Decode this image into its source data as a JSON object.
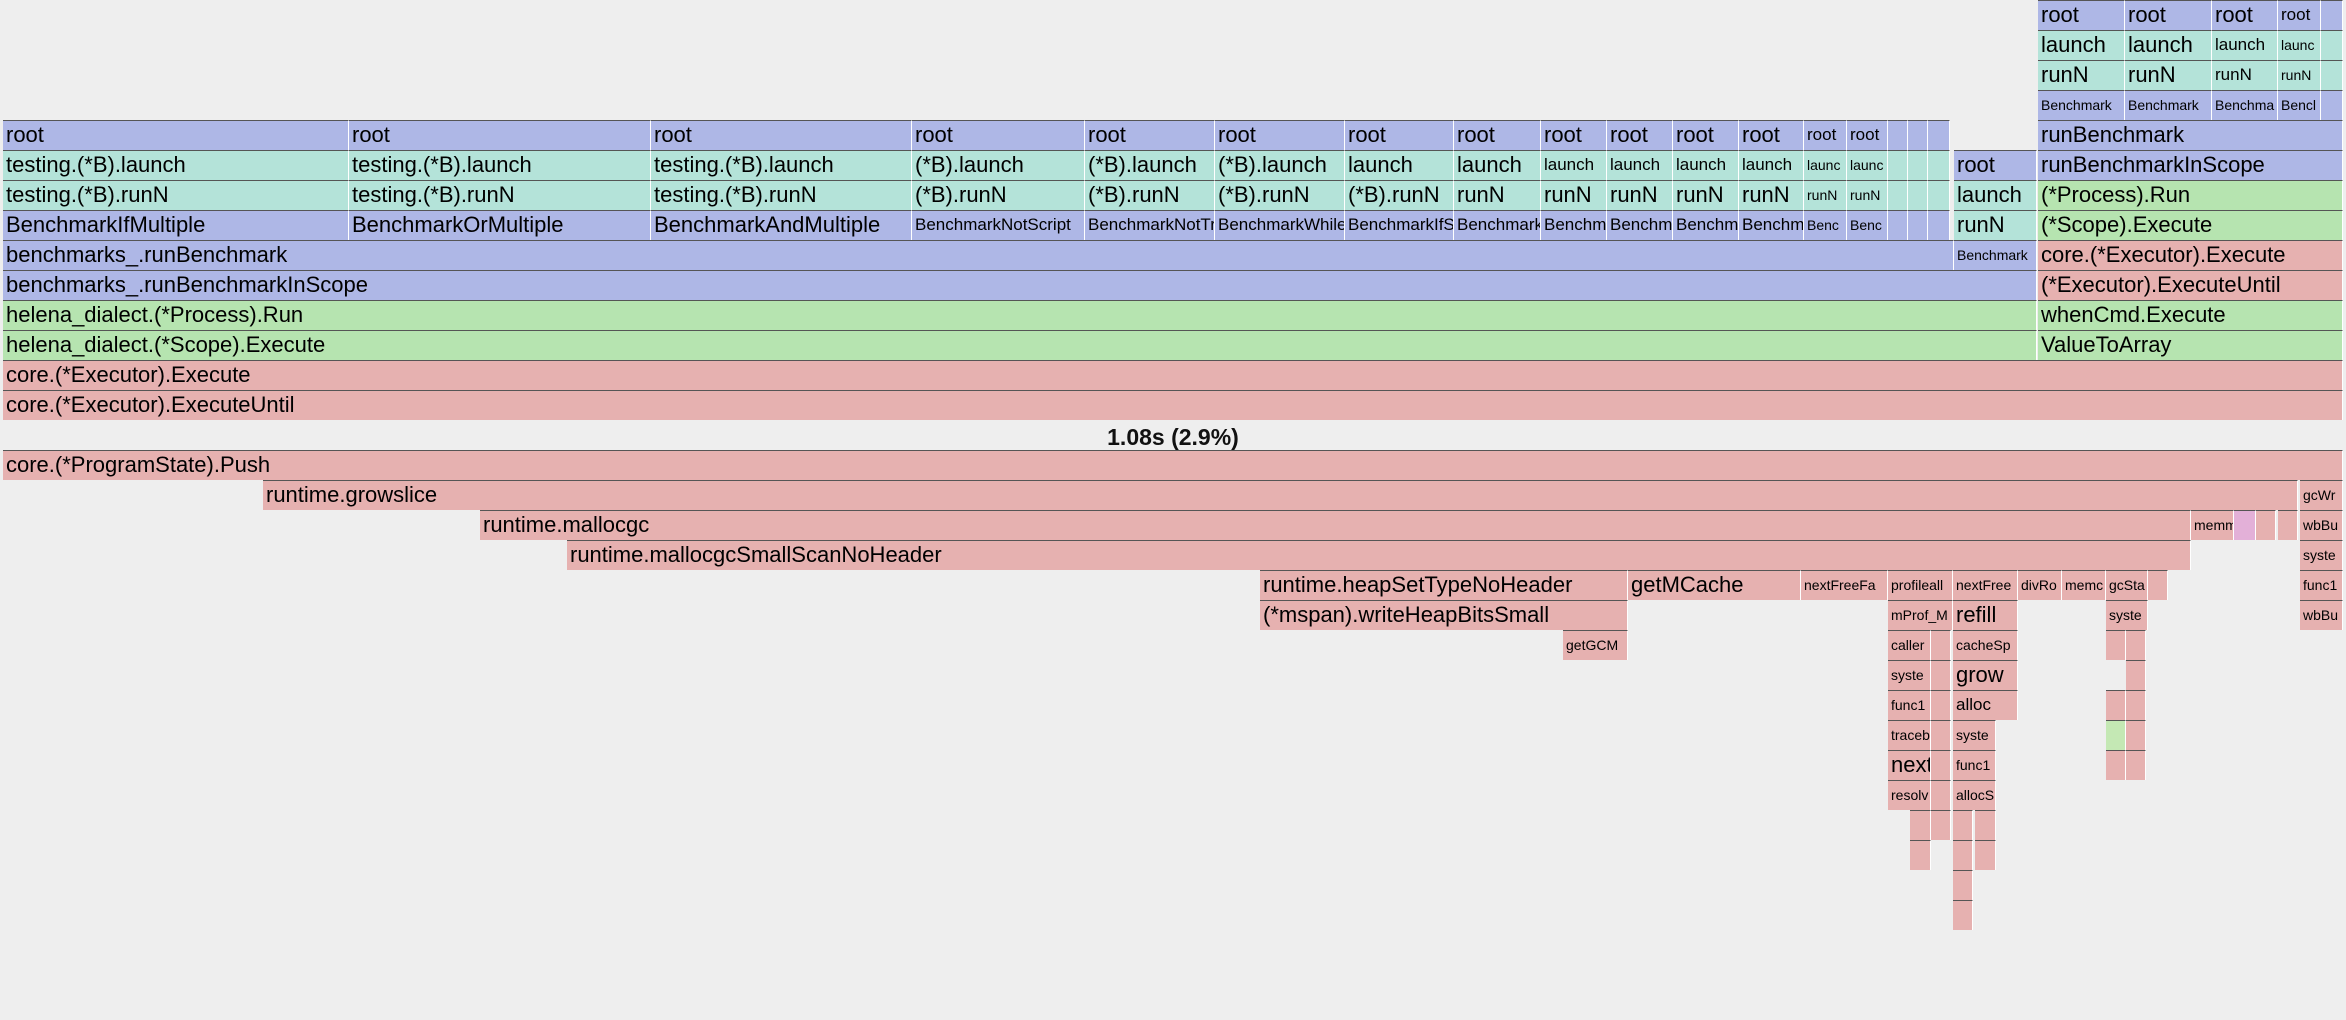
{
  "focus": {
    "total_label": "1.08s (2.9%)"
  },
  "colors": {
    "blue": "#aeb7e6",
    "teal": "#b4e3d9",
    "green": "#b6e4b0",
    "red": "#e6b1b0",
    "pink": "#e3b0d8",
    "light_green": "#c4e8b4"
  },
  "callers": {
    "root_groups": [
      {
        "frames": [
          "root",
          "testing.(*B).launch",
          "testing.(*B).runN",
          "BenchmarkIfMultiple"
        ]
      },
      {
        "frames": [
          "root",
          "testing.(*B).launch",
          "testing.(*B).runN",
          "BenchmarkOrMultiple"
        ]
      },
      {
        "frames": [
          "root",
          "testing.(*B).launch",
          "testing.(*B).runN",
          "BenchmarkAndMultiple"
        ]
      },
      {
        "frames": [
          "root",
          "(*B).launch",
          "(*B).runN",
          "BenchmarkNotScript"
        ]
      },
      {
        "frames": [
          "root",
          "(*B).launch",
          "(*B).runN",
          "BenchmarkNotTru"
        ]
      },
      {
        "frames": [
          "root",
          "(*B).launch",
          "(*B).runN",
          "BenchmarkWhileS"
        ]
      },
      {
        "frames": [
          "root",
          "launch",
          "(*B).runN",
          "BenchmarkIfS"
        ]
      },
      {
        "frames": [
          "root",
          "launch",
          "runN",
          "Benchmark"
        ]
      },
      {
        "frames": [
          "root",
          "launch",
          "runN",
          "Benchma"
        ]
      },
      {
        "frames": [
          "root",
          "launch",
          "runN",
          "Benchm"
        ]
      },
      {
        "frames": [
          "root",
          "launch",
          "runN",
          "Benchma"
        ]
      },
      {
        "frames": [
          "root",
          "launch",
          "runN",
          "Benchm"
        ]
      },
      {
        "frames": [
          "root",
          "launc",
          "runN",
          "Benc"
        ]
      },
      {
        "frames": [
          "root",
          "launc",
          "runN",
          "Benc"
        ]
      },
      {
        "frames": [
          "",
          "",
          "",
          ""
        ]
      },
      {
        "frames": [
          "",
          "",
          "",
          ""
        ]
      },
      {
        "frames": [
          "",
          "",
          "",
          ""
        ]
      }
    ],
    "shared": [
      "benchmarks_.runBenchmark",
      "benchmarks_.runBenchmarkInScope",
      "helena_dialect.(*Process).Run",
      "helena_dialect.(*Scope).Execute",
      "core.(*Executor).Execute",
      "core.(*Executor).ExecuteUntil"
    ],
    "mid_stack": [
      "root",
      "launch",
      "runN",
      "Benchmark"
    ],
    "right_top_groups": [
      {
        "frames": [
          "root",
          "launch",
          "runN",
          "Benchmark"
        ]
      },
      {
        "frames": [
          "root",
          "launch",
          "runN",
          "Benchmark"
        ]
      },
      {
        "frames": [
          "root",
          "launch",
          "runN",
          "Benchma"
        ]
      },
      {
        "frames": [
          "root",
          "launc",
          "runN",
          "Bencl"
        ]
      }
    ],
    "right_chain": [
      "runBenchmark",
      "runBenchmarkInScope",
      "(*Process).Run",
      "(*Scope).Execute",
      "core.(*Executor).Execute",
      "(*Executor).ExecuteUntil",
      "whenCmd.Execute",
      "ValueToArray"
    ]
  },
  "callees": {
    "push": "core.(*ProgramState).Push",
    "growslice": "runtime.growslice",
    "mallocgc": "runtime.mallocgc",
    "small_scan": "runtime.mallocgcSmallScanNoHeader",
    "heap_set": "runtime.heapSetTypeNoHeader",
    "write_bits": "(*mspan).writeHeapBitsSmall",
    "get_gcm": "getGCM",
    "get_mcache": "getMCache",
    "next_free_fast": "nextFreeFa",
    "profile_alloc": "profileall",
    "mprof": "mProf_M",
    "caller": "caller",
    "system": "syste",
    "func1": "func1",
    "traceb": "traceb",
    "next": "next",
    "resolv": "resolv",
    "next_free": "nextFree",
    "refill": "refill",
    "cache_span": "cacheSp",
    "grow": "grow",
    "alloc": "alloc",
    "system2": "syste",
    "func1b": "func1",
    "alloc_s": "allocS",
    "div_ro": "divRo",
    "memc": "memc",
    "gc_start": "gcSta",
    "system3": "syste",
    "memm": "memm",
    "gc_wr": "gcWr",
    "wb_bu": "wbBu",
    "system4": "syste",
    "func1c": "func1",
    "wb_bu2": "wbBu"
  }
}
